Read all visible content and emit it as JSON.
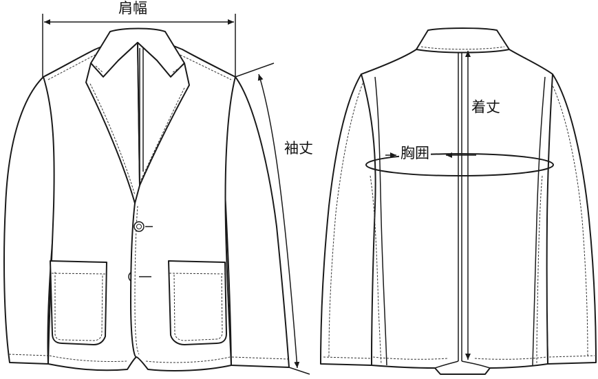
{
  "labels": {
    "shoulder_width": "肩幅",
    "sleeve_length": "袖丈",
    "body_length": "着丈",
    "chest_width": "胸囲"
  },
  "colors": {
    "line": "#1a1a1a",
    "stitch": "#333333",
    "background": "#ffffff"
  }
}
